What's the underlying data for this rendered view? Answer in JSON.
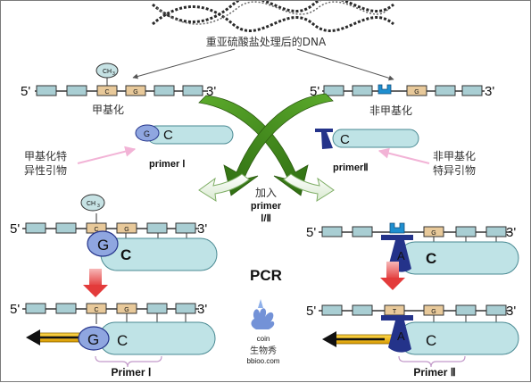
{
  "title": "重亚硫酸盐处理后的DNA",
  "labels": {
    "five_prime": "5'",
    "three_prime": "3'",
    "methylated": "甲基化",
    "unmethylated": "非甲基化",
    "ch3": "CH",
    "ch3_sub": "3",
    "methyl_specific_primer": "甲基化特\n异性引物",
    "unmethyl_specific_primer": "非甲基化\n特异引物",
    "primer_1": "primer Ⅰ",
    "primer_2": "primerⅡ",
    "add_primer_line1": "加入",
    "add_primer_line2": "primer",
    "add_primer_line3": "Ⅰ/Ⅱ",
    "pcr": "PCR",
    "bottom_primer_1": "Primer Ⅰ",
    "bottom_primer_2": "Primer Ⅱ",
    "watermark_brand": "coin",
    "watermark_cn": "生物秀",
    "watermark_url": "bbioo.com"
  },
  "bases": {
    "c": "C",
    "g": "G",
    "t": "T",
    "a": "A"
  },
  "colors": {
    "strand_box": "#a9ced3",
    "site_box": "#e8c99a",
    "primer_body": "#bfe3e6",
    "primer_head_blue": "#8fa6e0",
    "primer_head_dark": "#24338a",
    "uracil_mark": "#1f8fd0",
    "arrow_green": "#3f8f1a",
    "pink_arrow": "#f2b3d6",
    "red_arrow": "#e53f3f",
    "extension": "#f2b400"
  }
}
